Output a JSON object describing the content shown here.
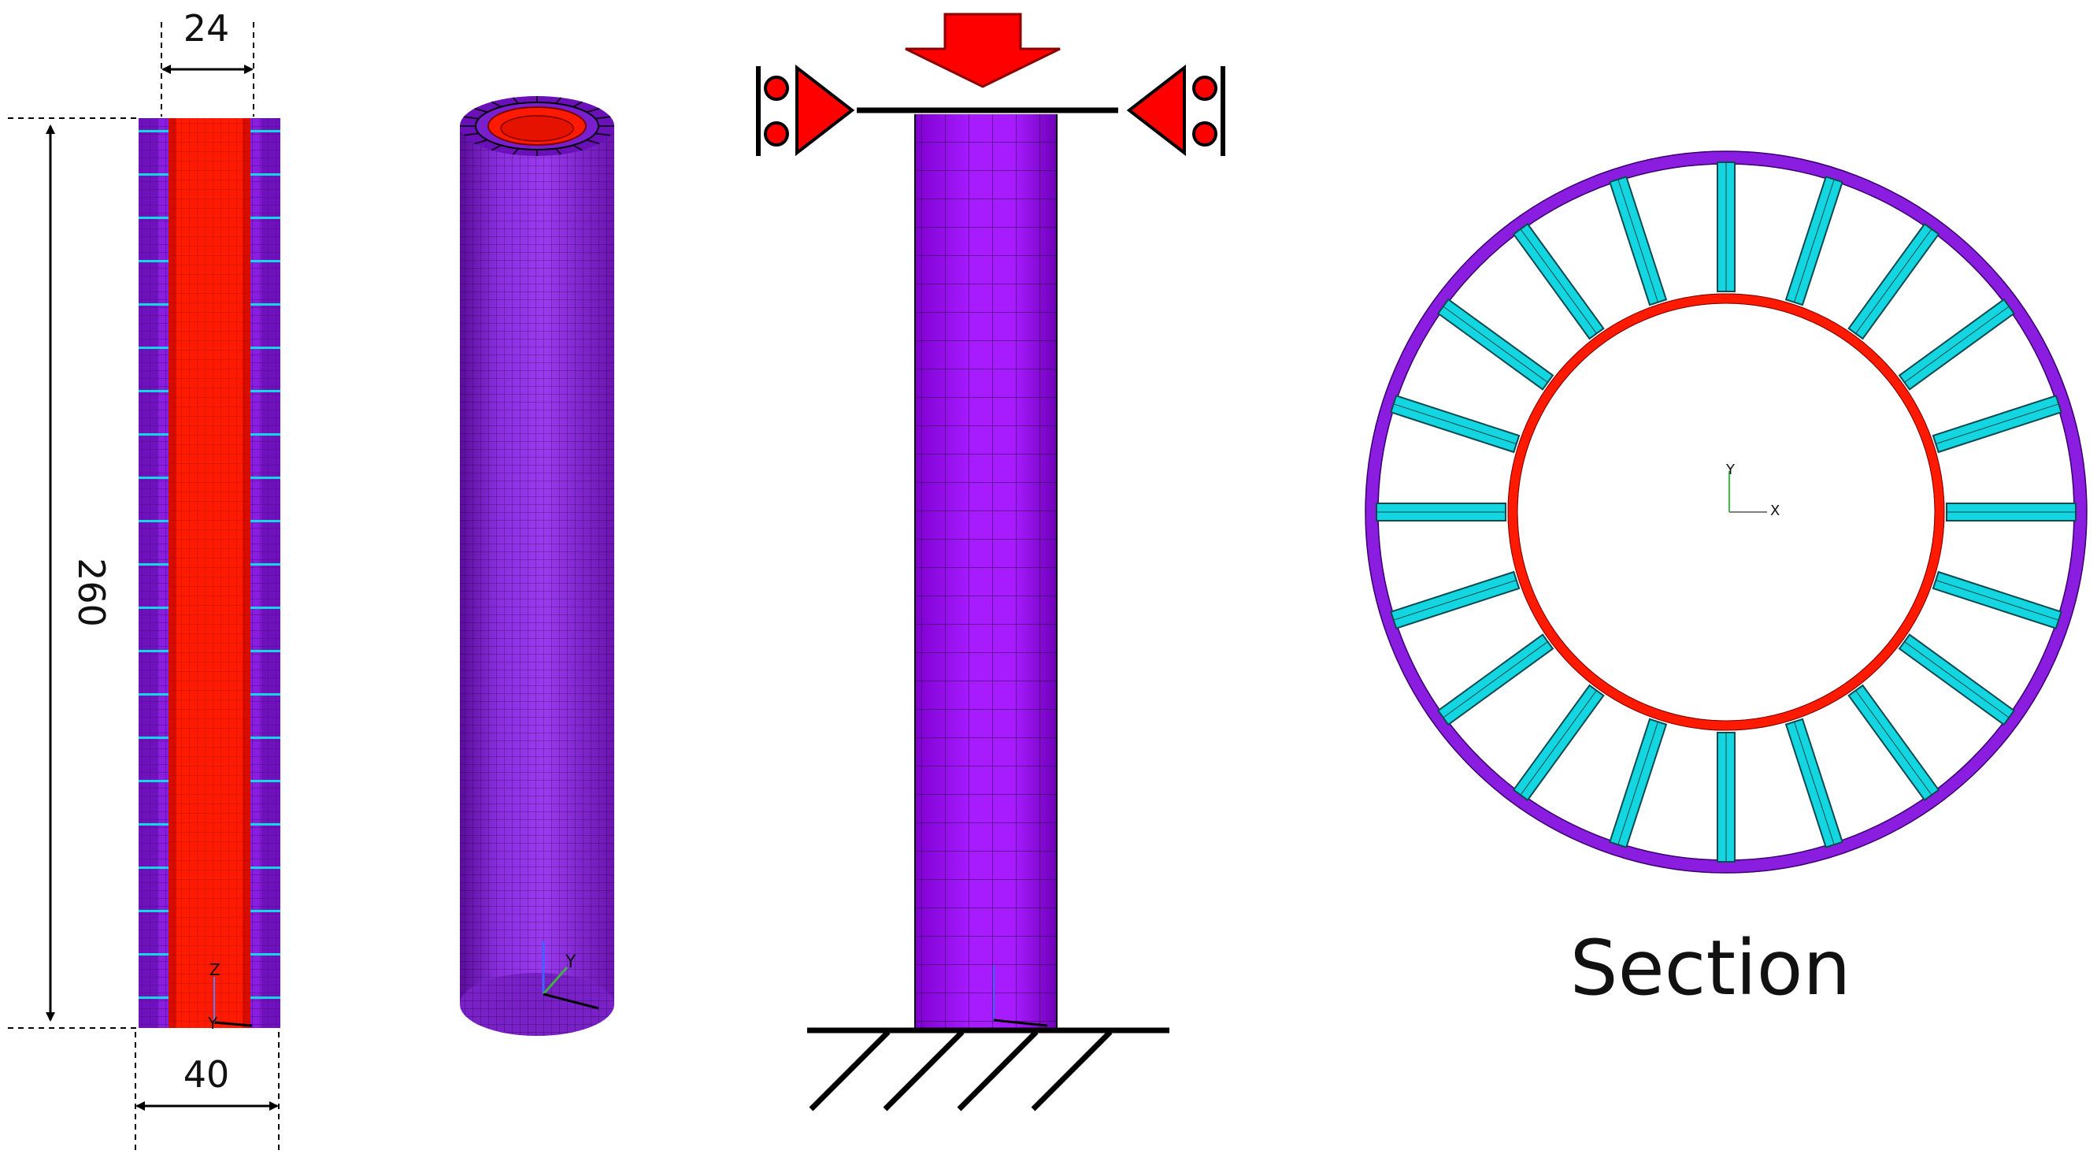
{
  "dimensions": {
    "inner_width": "24",
    "outer_width": "40",
    "height": "260"
  },
  "section_label": "Section",
  "triad": {
    "x": "X",
    "y": "Y",
    "z": "Z"
  },
  "colors": {
    "outer_tube": "#8a1de0",
    "outer_tube_dark": "#5a0aa0",
    "inner_tube": "#ff1a00",
    "connectors": "#14d6e0",
    "loads": "#ff0000",
    "column_single": "#a000ff"
  },
  "connector_count": 20
}
